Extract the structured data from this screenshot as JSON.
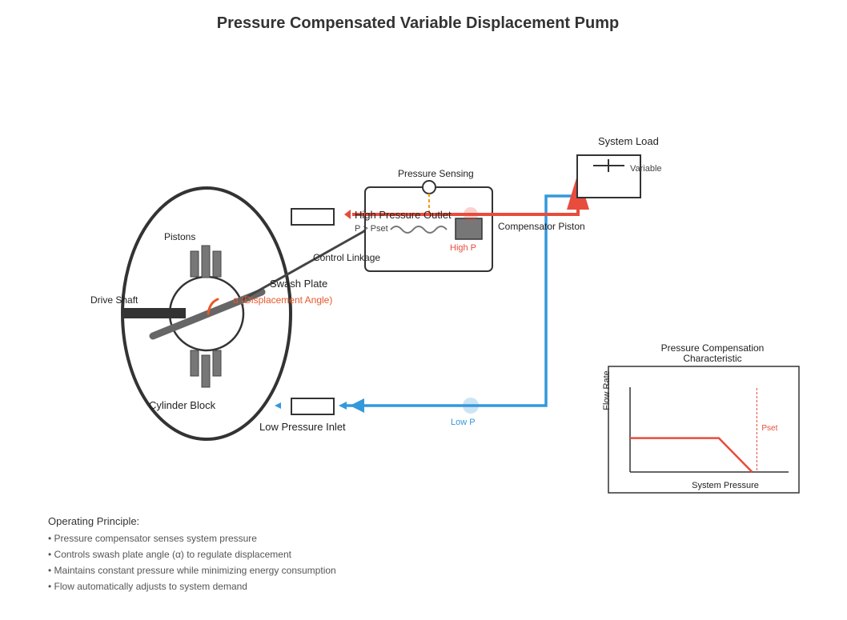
{
  "title": "Pressure Compensated Variable Displacement Pump",
  "pump": {
    "pistons": "Pistons",
    "drive_shaft": "Drive Shaft",
    "swash_plate": "Swash Plate",
    "alpha": "α (Displacement Angle)",
    "cylinder_block": "Cylinder Block"
  },
  "ports": {
    "high_pressure_outlet": "High Pressure Outlet",
    "low_pressure_inlet": "Low Pressure Inlet"
  },
  "compensator": {
    "pressure_sensing": "Pressure Sensing",
    "p_pset": "P > Pset",
    "high_p": "High P",
    "compensator_piston": "Compensator Piston",
    "control_linkage": "Control Linkage"
  },
  "load": {
    "system_load": "System Load",
    "variable": "Variable"
  },
  "low_p": "Low P",
  "chart_data": {
    "type": "line",
    "title": "Pressure Compensation Characteristic",
    "xlabel": "System Pressure",
    "ylabel": "Flow Rate",
    "x": [
      0,
      0.56,
      0.77
    ],
    "y": [
      0.4,
      0.4,
      0
    ],
    "xlim": [
      0,
      1
    ],
    "ylim": [
      0,
      1
    ],
    "annotations": [
      {
        "label": "Pset",
        "x": 0.8
      }
    ],
    "colors": {
      "line": "#e74c3c",
      "pset": "#e74c3c"
    }
  },
  "notes": {
    "heading": "Operating Principle:",
    "items": [
      "• Pressure compensator senses system pressure",
      "• Controls swash plate angle (α) to regulate displacement",
      "• Maintains constant pressure while minimizing energy consumption",
      "• Flow automatically adjusts to system demand"
    ]
  },
  "colors": {
    "high_pressure": "#e74c3c",
    "low_pressure": "#3498db",
    "outline": "#333333",
    "alpha_arc": "#e8572a",
    "sensing_line": "#f39c12"
  }
}
